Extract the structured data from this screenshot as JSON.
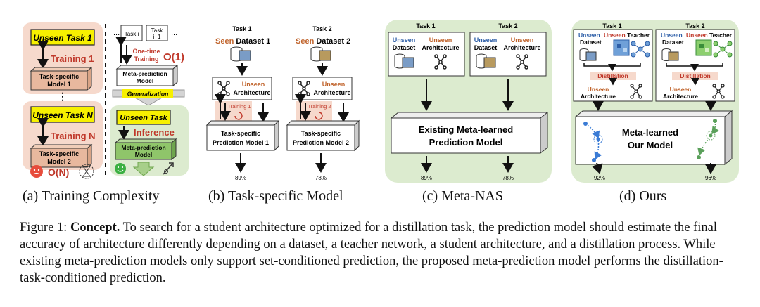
{
  "panels": {
    "a": {
      "caption": "(a) Training Complexity",
      "task1": "Unseen Task 1",
      "training1": "Training 1",
      "model1_line1": "Task-specific",
      "model1_line2": "Model 1",
      "dots": "⋮",
      "taskN": "Unseen Task N",
      "trainingN": "Training N",
      "model2_line1": "Task-specific",
      "model2_line2": "Model 2",
      "complexity_on": "O(N)",
      "top_dots_left": "...",
      "task_i": "Task i",
      "task_i1_line1": "Task",
      "task_i1_line2": "i+1",
      "top_dots_right": "...",
      "onetime_line1": "One-time",
      "onetime_line2": "Training",
      "complexity_o1": "O(1)",
      "meta_line1": "Meta-prediction",
      "meta_line2": "Model",
      "generalization": "Generalization",
      "unseen_task": "Unseen Task",
      "inference": "Inference",
      "meta2_line1": "Meta-prediction",
      "meta2_line2": "Model"
    },
    "b": {
      "caption": "(b) Task-specific Model",
      "task1": "Task 1",
      "task2": "Task 2",
      "seen": "Seen",
      "dataset1": " Dataset 1",
      "dataset2": " Dataset 2",
      "unseen": "Unseen",
      "architecture": "Architecture",
      "training1": "Training 1",
      "training2": "Training 2",
      "pred1_line1": "Task-specific",
      "pred1_line2": "Prediction Model 1",
      "pred2_line1": "Task-specific",
      "pred2_line2": "Prediction Model 2",
      "acc1": "89%",
      "acc2": "78%"
    },
    "c": {
      "caption": "(c) Meta-NAS",
      "task1": "Task 1",
      "task2": "Task 2",
      "unseen": "Unseen",
      "dataset": "Dataset",
      "architecture": "Architecture",
      "model_line1": "Existing Meta-learned",
      "model_line2": "Prediction Model",
      "acc1": "89%",
      "acc2": "78%"
    },
    "d": {
      "caption": "(d) Ours",
      "task1": "Task 1",
      "task2": "Task 2",
      "unseen": "Unseen",
      "teacher": " Teacher",
      "dataset": "Dataset",
      "distillation": "Distillation",
      "architecture": "Architecture",
      "model_line1": "Meta-learned",
      "model_line2": "Our Model",
      "acc1": "92%",
      "acc2": "96%"
    }
  },
  "caption": {
    "figure_label": "Figure 1:",
    "bold_title": "Concept.",
    "text": "To search for a student architecture optimized for a distillation task, the prediction model should estimate the final accuracy of architecture differently depending on a dataset, a teacher network, a student architecture, and a distillation process. While existing meta-prediction models only support set-conditioned prediction, the proposed meta-prediction model performs the distillation-task-conditioned prediction."
  },
  "colors": {
    "red_label": "#c0392b",
    "orange_label": "#c0632b",
    "blue_label": "#2e5fa8",
    "pink_bg": "#f6d9cc",
    "green_bg": "#dcebcf",
    "yellow": "#f7f000",
    "model_green": "#8fc56a"
  }
}
